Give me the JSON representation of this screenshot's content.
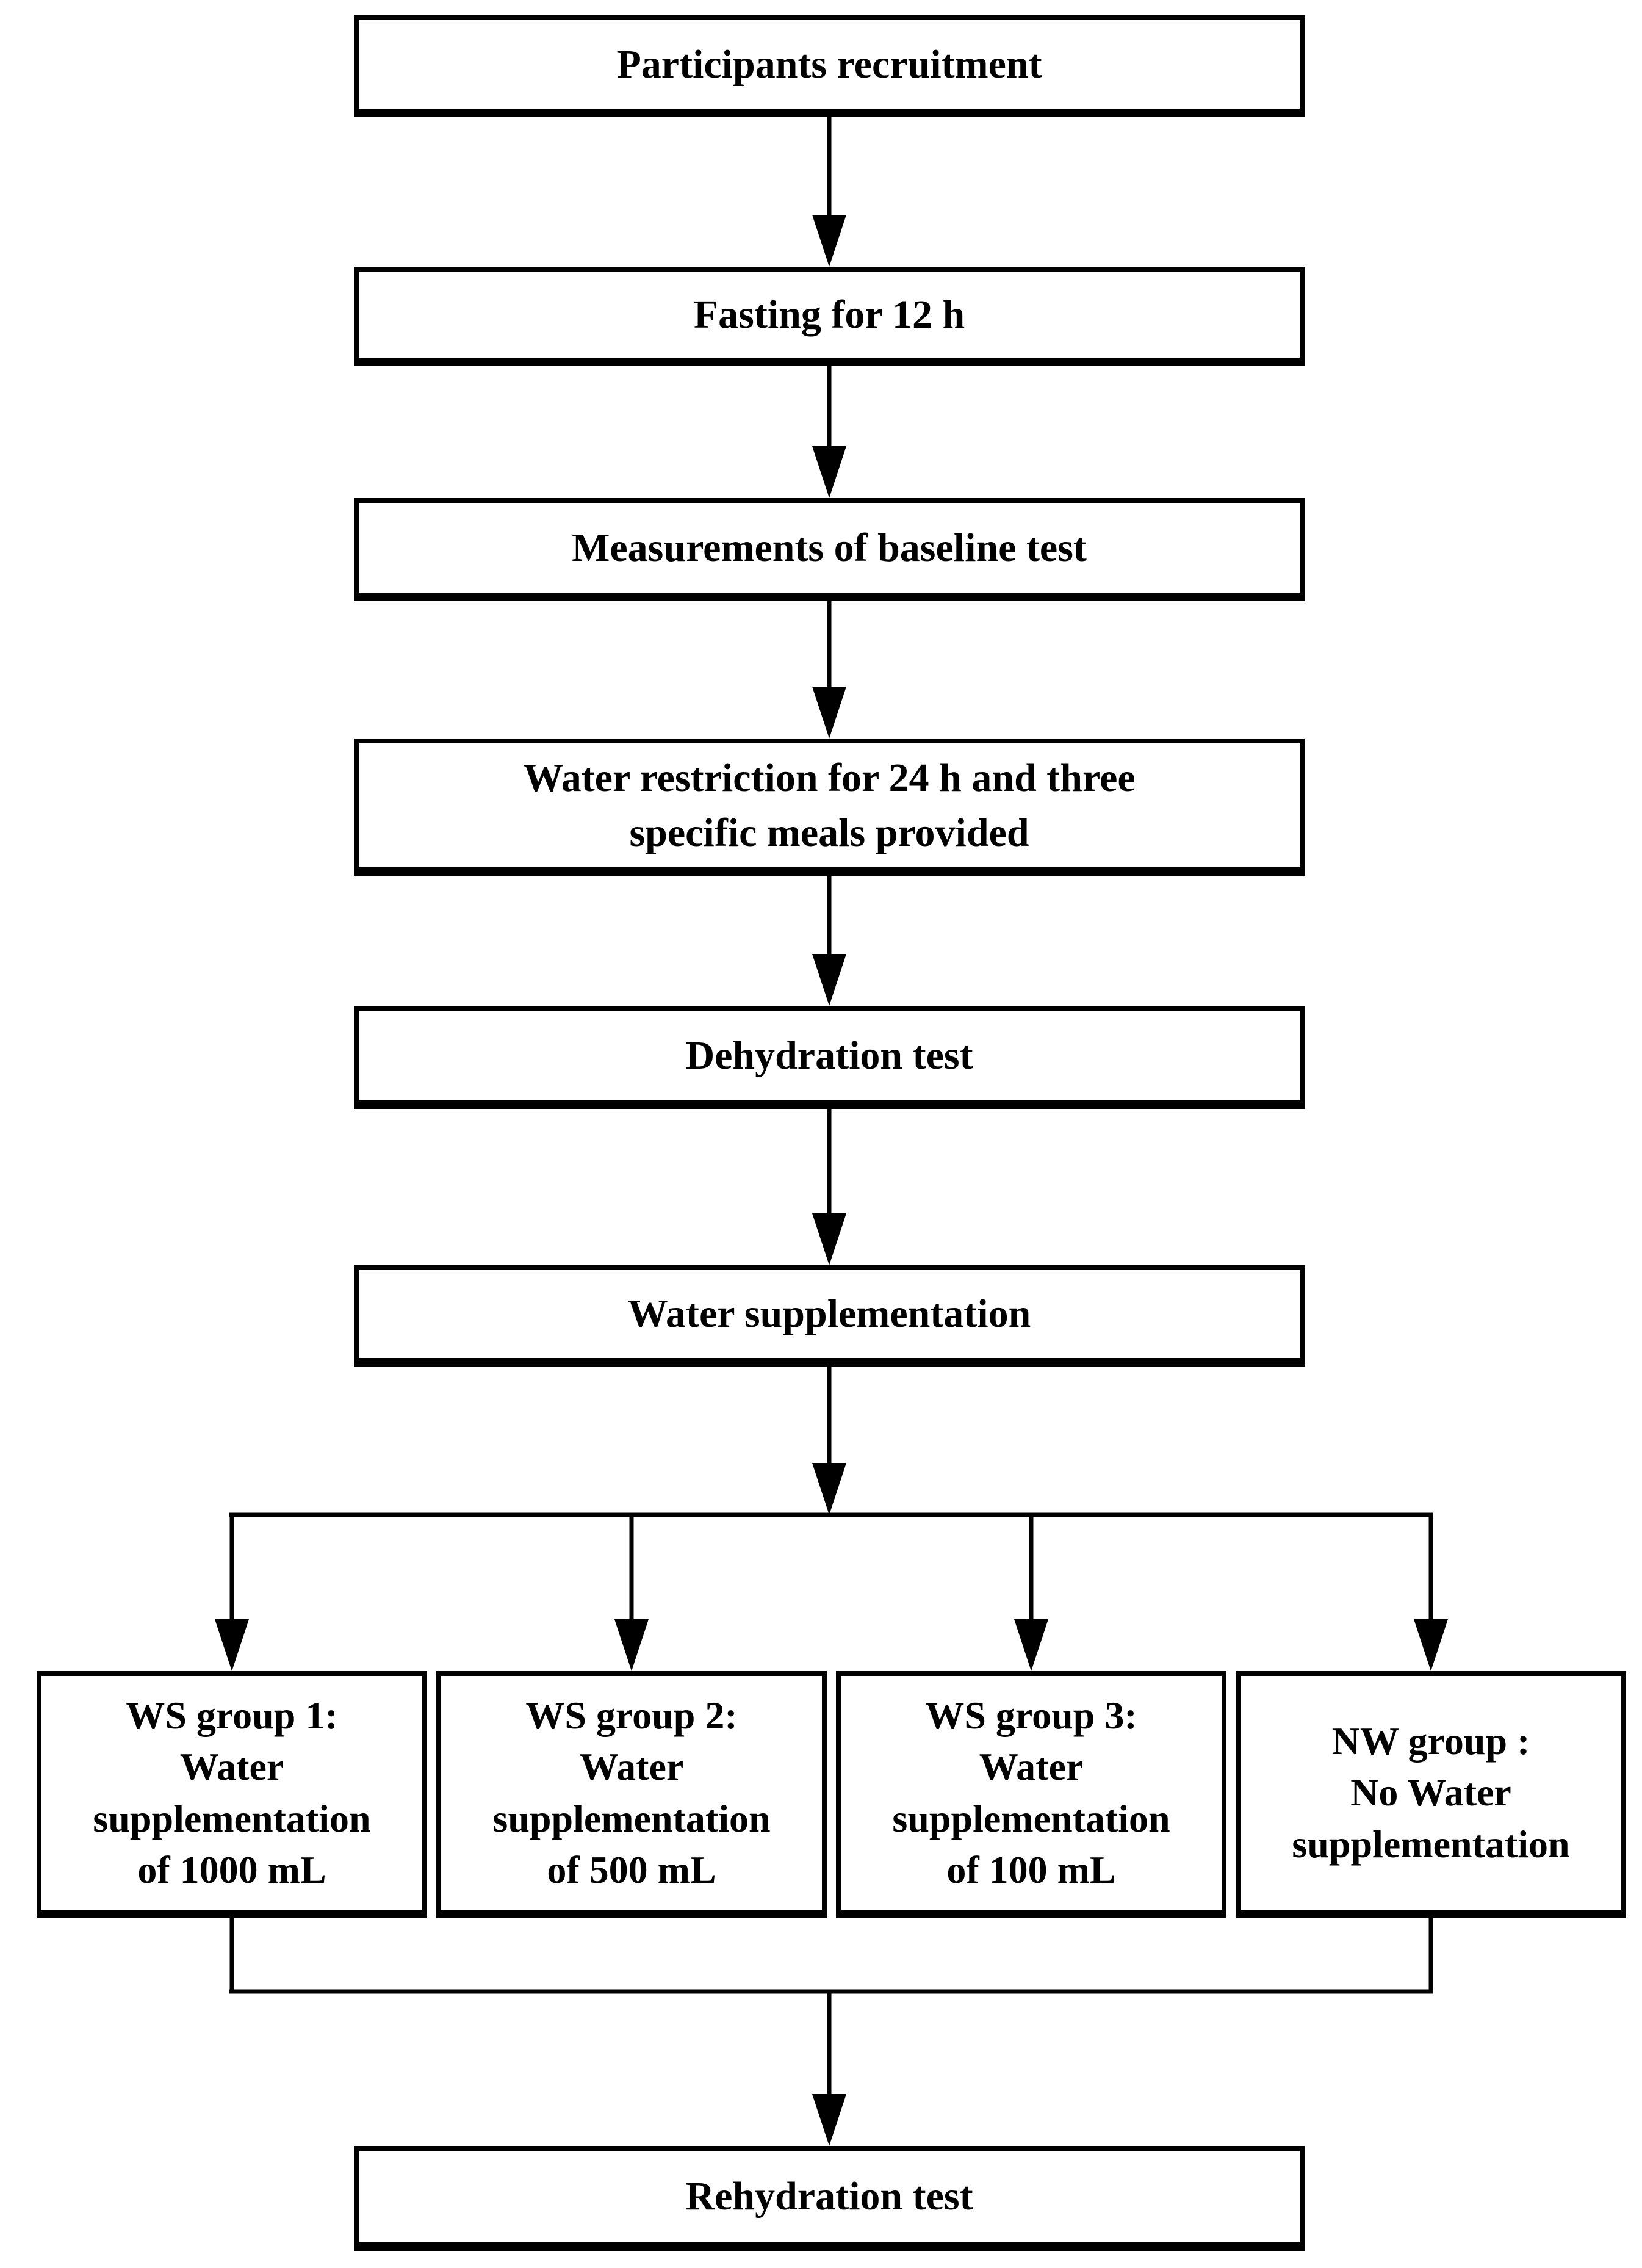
{
  "flowchart": {
    "background_color": "#ffffff",
    "line_color": "#000000",
    "nodes": {
      "recruitment": {
        "label": "Participants recruitment"
      },
      "fasting": {
        "label": "Fasting for 12 h"
      },
      "baseline": {
        "label": "Measurements of baseline test"
      },
      "restriction": {
        "lines": [
          "Water restriction for 24 h and three",
          "specific meals provided"
        ]
      },
      "dehydration": {
        "label": "Dehydration test"
      },
      "supplementation": {
        "label": "Water supplementation"
      },
      "ws1": {
        "lines": [
          "WS group 1:",
          "Water",
          "supplementation",
          "of 1000 mL"
        ]
      },
      "ws2": {
        "lines": [
          "WS group 2:",
          "Water",
          "supplementation",
          "of 500 mL"
        ]
      },
      "ws3": {
        "lines": [
          "WS group 3:",
          "Water",
          "supplementation",
          "of 100 mL"
        ]
      },
      "nw": {
        "lines": [
          "NW group :",
          "No Water",
          "supplementation"
        ]
      },
      "rehydration": {
        "label": "Rehydration test"
      }
    }
  }
}
